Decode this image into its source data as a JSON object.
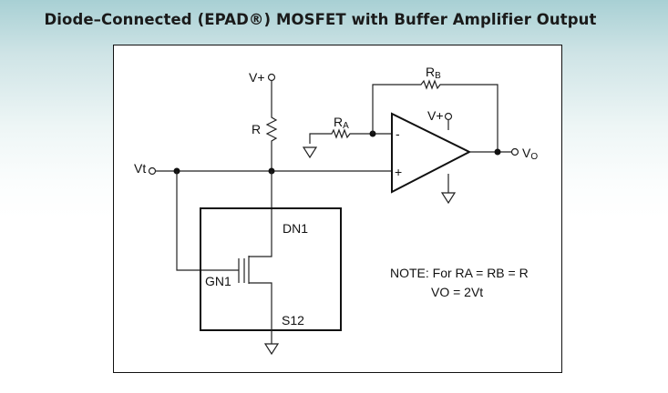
{
  "title": "Diode–Connected (EPAD®) MOSFET with Buffer Amplifier Output",
  "diagram": {
    "labels": {
      "vplus_top": "V+",
      "r": "R",
      "ra_main": "R",
      "ra_sub": "A",
      "rb_main": "R",
      "rb_sub": "B",
      "vplus_opamp": "V+",
      "minus": "-",
      "plus": "+",
      "vo_main": "V",
      "vo_sub": "O",
      "vt": "Vt",
      "dn1": "DN1",
      "gn1": "GN1",
      "s12": "S12"
    },
    "note": {
      "line1": "NOTE:  For RA = RB = R",
      "line2": "VO = 2Vt"
    }
  },
  "colors": {
    "background_top": "#a8d0d4",
    "background_bottom": "#ffffff",
    "ink": "#111111"
  }
}
